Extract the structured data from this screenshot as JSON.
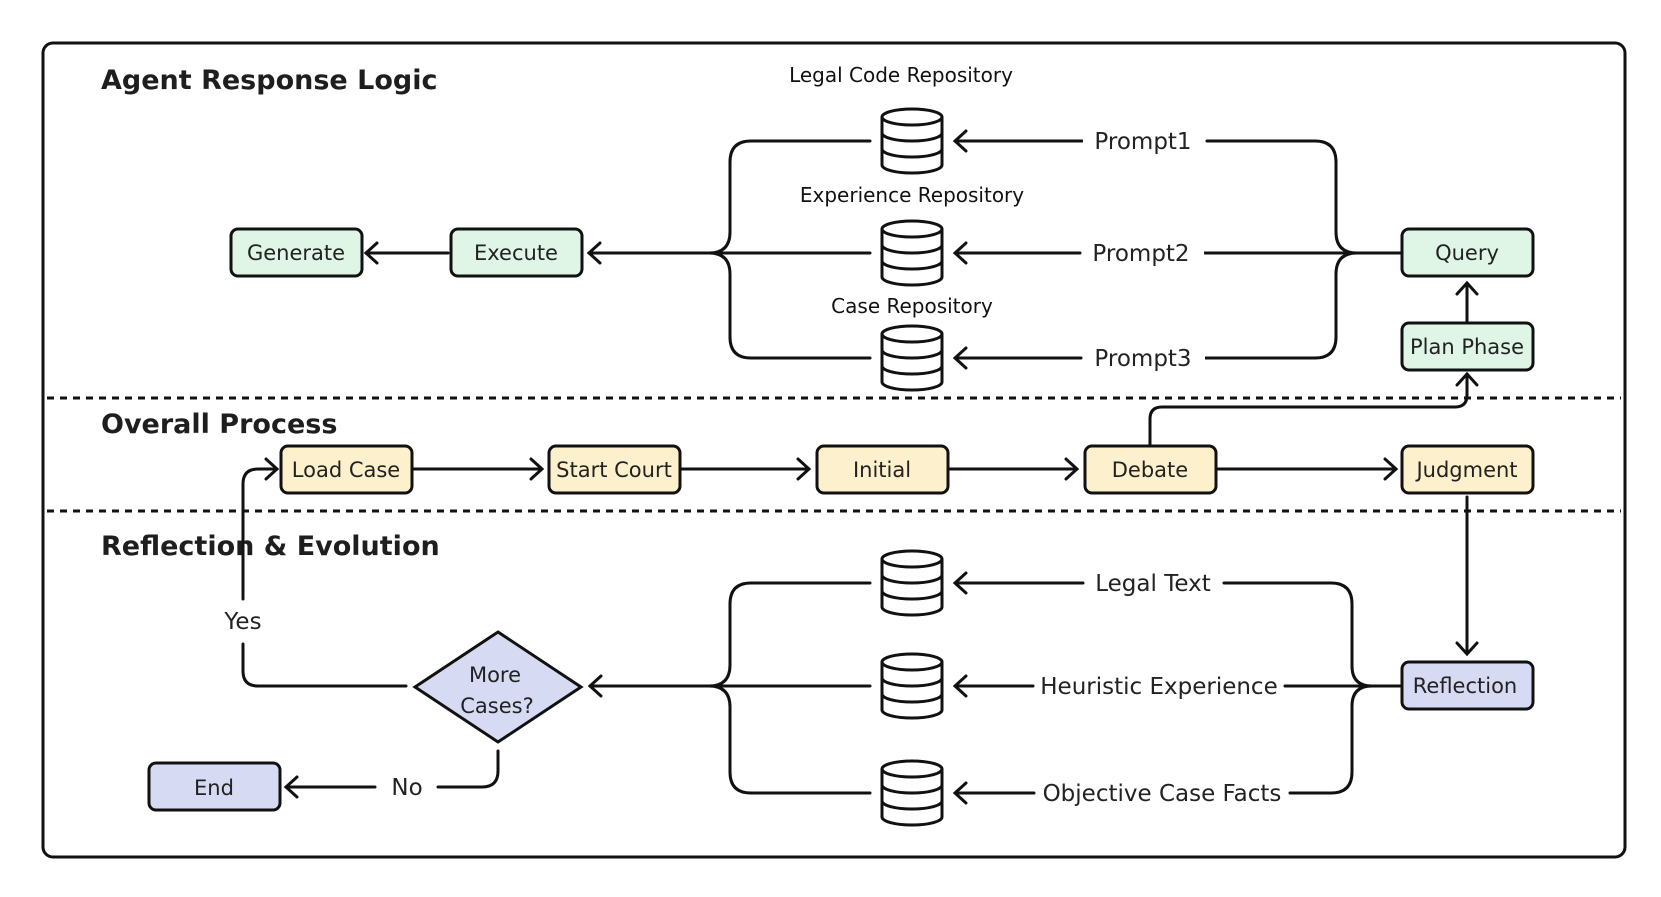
{
  "sections": {
    "agent": "Agent Response Logic",
    "process": "Overall Process",
    "reflection": "Reflection & Evolution"
  },
  "repositories": {
    "legal_code": "Legal Code Repository",
    "experience": "Experience Repository",
    "case": "Case Repository"
  },
  "agent_nodes": {
    "generate": "Generate",
    "execute": "Execute",
    "query": "Query",
    "plan_phase": "Plan Phase"
  },
  "prompts": {
    "p1": "Prompt1",
    "p2": "Prompt2",
    "p3": "Prompt3"
  },
  "process_nodes": {
    "load_case": "Load Case",
    "start_court": "Start Court",
    "initial": "Initial",
    "debate": "Debate",
    "judgment": "Judgment"
  },
  "reflection_nodes": {
    "reflection": "Reflection",
    "decision_line1": "More",
    "decision_line2": "Cases?",
    "end": "End"
  },
  "reflection_edges": {
    "legal_text": "Legal Text",
    "heuristic": "Heuristic Experience",
    "facts": "Objective Case Facts"
  },
  "decision_labels": {
    "yes": "Yes",
    "no": "No"
  },
  "colors": {
    "agent_fill": "#dff5e6",
    "process_fill": "#fdf0cc",
    "reflection_fill": "#d7daf3",
    "stroke": "#111111"
  }
}
